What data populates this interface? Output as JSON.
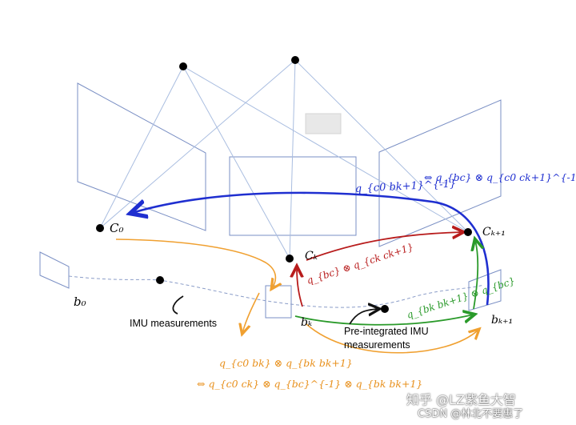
{
  "nodes": {
    "c0": "C₀",
    "ck": "Cₖ",
    "ck1": "Cₖ₊₁",
    "b0": "b₀",
    "bk": "bₖ",
    "bk1": "bₖ₊₁"
  },
  "labels": {
    "imu": "IMU measurements",
    "preint_line1": "Pre-integrated IMU",
    "preint_line2": "measurements"
  },
  "equations": {
    "blue_top": "q_{c0 bk+1}^{-1}",
    "blue_right": "⇔  q_{bc} ⊗ q_{c0 ck+1}^{-1}",
    "red": "q_{bc} ⊗ q_{ck ck+1}",
    "green": "q_{bk bk+1} ⊗ q_{bc}",
    "orange_line1": "q_{c0 bk} ⊗ q_{bk bk+1}",
    "orange_line2": "⇔  q_{c0 ck} ⊗ q_{bc}^{-1} ⊗ q_{bk bk+1}"
  },
  "colors": {
    "blue": "#1f2fd0",
    "red": "#b81c1c",
    "green": "#2a9a2a",
    "orange": "#f0a030",
    "frame": "#7a8fc4",
    "ray": "#a9bde0",
    "dash": "#8a9cc8"
  },
  "watermark": {
    "line1": "知乎 @LZ紫鱼大智",
    "line2": "CSDN @林北不要惠了"
  }
}
